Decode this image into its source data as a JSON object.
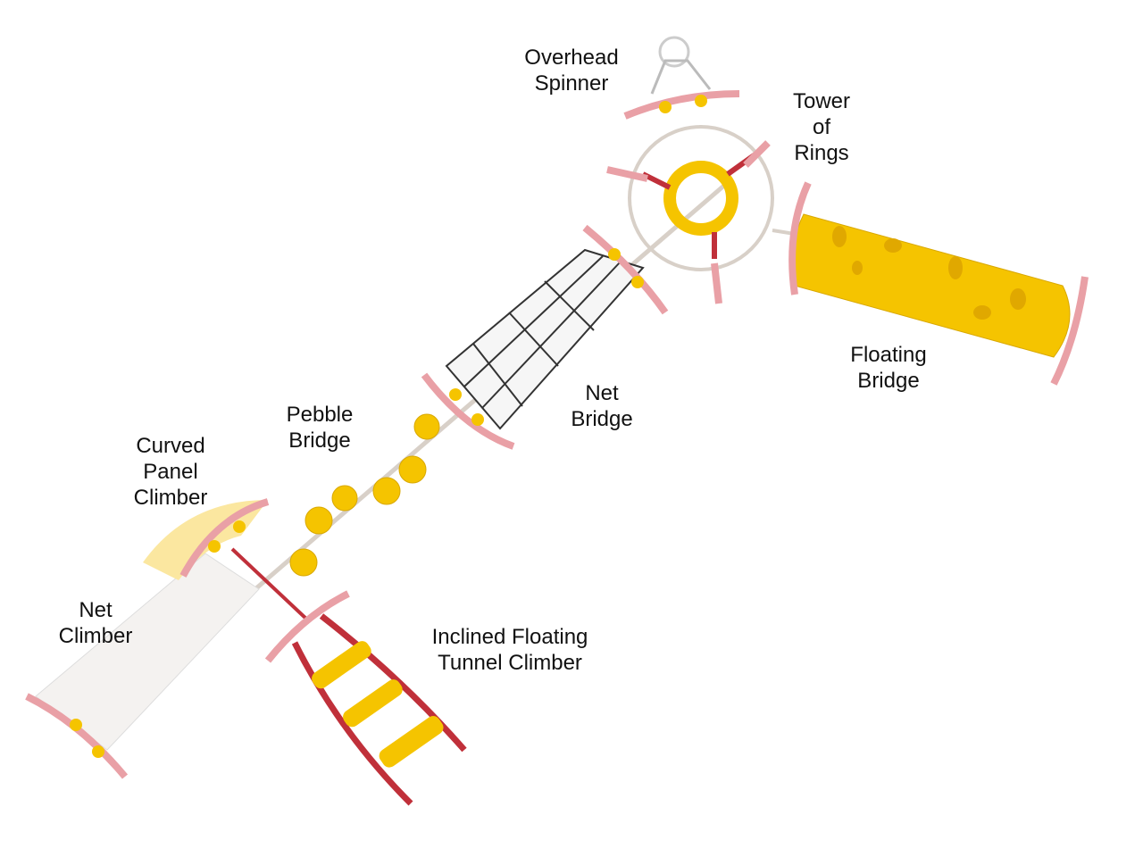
{
  "labels": {
    "overhead_spinner": [
      "Overhead",
      "Spinner"
    ],
    "tower_of_rings": [
      "Tower",
      "of",
      "Rings"
    ],
    "floating_bridge": [
      "Floating",
      "Bridge"
    ],
    "net_bridge": [
      "Net",
      "Bridge"
    ],
    "pebble_bridge": [
      "Pebble",
      "Bridge"
    ],
    "curved_panel_climber": [
      "Curved",
      "Panel",
      "Climber"
    ],
    "net_climber": [
      "Net",
      "Climber"
    ],
    "inclined_floating_tunnel_climber": [
      "Inclined Floating",
      "Tunnel Climber"
    ]
  },
  "colors": {
    "red": "#c0303a",
    "yellow": "#f5c400",
    "pink": "#e9a0a6",
    "beam": "#d8d0c8"
  }
}
